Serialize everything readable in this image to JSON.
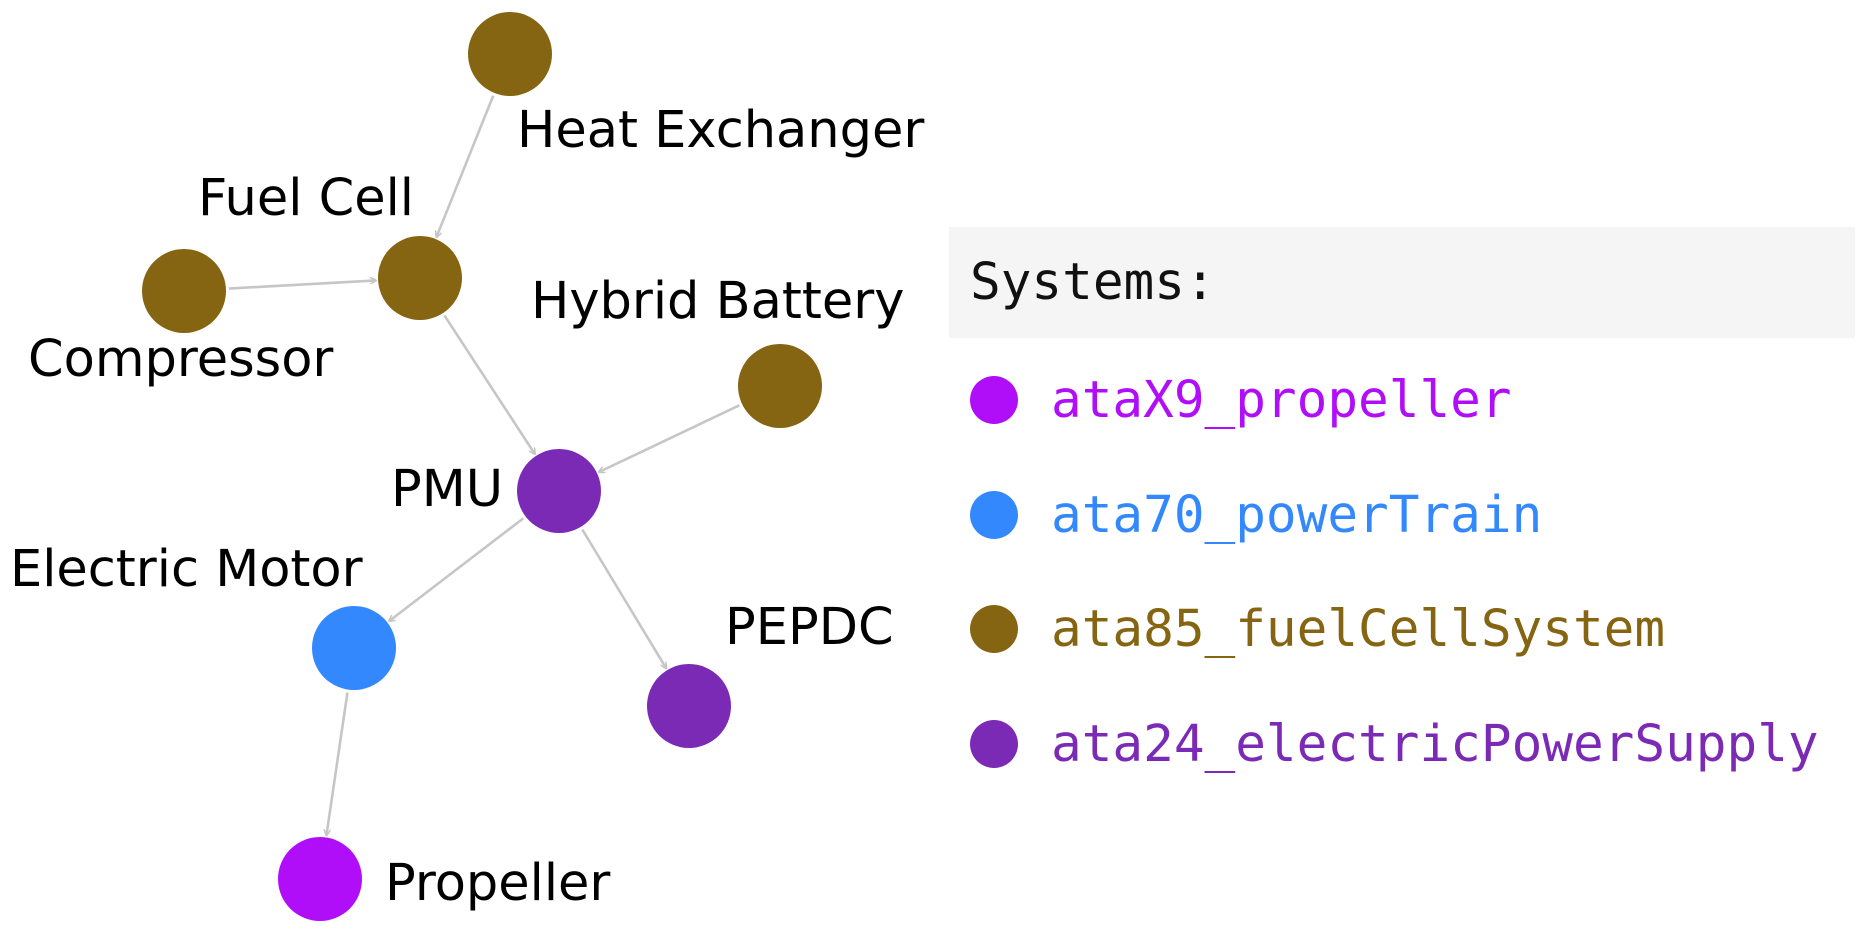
{
  "diagram": {
    "nodes": [
      {
        "id": "heat-exchanger",
        "label": "Heat Exchanger",
        "system": "ata85_fuelCellSystem"
      },
      {
        "id": "fuel-cell",
        "label": "Fuel Cell",
        "system": "ata85_fuelCellSystem"
      },
      {
        "id": "compressor",
        "label": "Compressor",
        "system": "ata85_fuelCellSystem"
      },
      {
        "id": "hybrid-battery",
        "label": "Hybrid Battery",
        "system": "ata85_fuelCellSystem"
      },
      {
        "id": "pmu",
        "label": "PMU",
        "system": "ata24_electricPowerSupply"
      },
      {
        "id": "electric-motor",
        "label": "Electric Motor",
        "system": "ata70_powerTrain"
      },
      {
        "id": "pepdc",
        "label": "PEPDC",
        "system": "ata24_electricPowerSupply"
      },
      {
        "id": "propeller",
        "label": "Propeller",
        "system": "ataX9_propeller"
      }
    ],
    "edges": [
      {
        "from": "heat-exchanger",
        "to": "fuel-cell"
      },
      {
        "from": "compressor",
        "to": "fuel-cell"
      },
      {
        "from": "fuel-cell",
        "to": "pmu"
      },
      {
        "from": "hybrid-battery",
        "to": "pmu"
      },
      {
        "from": "pmu",
        "to": "electric-motor"
      },
      {
        "from": "pmu",
        "to": "pepdc"
      },
      {
        "from": "electric-motor",
        "to": "propeller"
      }
    ]
  },
  "legend": {
    "title": "Systems:",
    "items": [
      {
        "label": "ataX9_propeller",
        "color": "#b00ef8"
      },
      {
        "label": "ata70_powerTrain",
        "color": "#3388fd"
      },
      {
        "label": "ata85_fuelCellSystem",
        "color": "#856512"
      },
      {
        "label": "ata24_electricPowerSupply",
        "color": "#7b2ab5"
      }
    ]
  }
}
